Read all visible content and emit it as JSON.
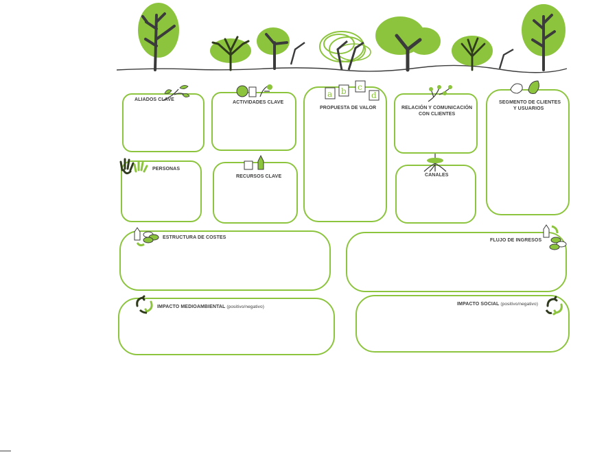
{
  "canvas": {
    "colors": {
      "accent": "#8cc43e",
      "dark": "#3b3b3b",
      "tree_dark": "#2f3b1c"
    },
    "blocks": {
      "aliados": {
        "label": "ALIADOS CLAVE",
        "icon": "sprout-icon"
      },
      "actividades": {
        "label": "ACTIVIDADES CLAVE",
        "icon": "tools-icon"
      },
      "propuesta": {
        "label": "PROPUESTA DE VALOR",
        "icon": "abcd-cards-icon"
      },
      "relacion": {
        "label_line1": "RELACIÓN Y COMUNICACIÓN",
        "label_line2": "CON CLIENTES",
        "icon": "branches-icon"
      },
      "segmento": {
        "label_line1": "SEGMENTO DE CLIENTES",
        "label_line2": "Y USUARIOS",
        "icon": "birds-icon"
      },
      "personas": {
        "label": "PERSONAS",
        "icon": "hands-icon"
      },
      "recursos": {
        "label": "RECURSOS CLAVE",
        "icon": "bottles-icon"
      },
      "canales": {
        "label": "CANALES",
        "icon": "roots-icon"
      },
      "costes": {
        "label": "ESTRUCTURA DE COSTES",
        "icon": "coins-icon"
      },
      "ingresos": {
        "label": "FLUJO DE INGRESOS",
        "icon": "coins-icon"
      },
      "medioambiental": {
        "label": "IMPACTO MEDIOAMBIENTAL",
        "sub": "(positivo/negativo)",
        "icon": "recycle-icon"
      },
      "social": {
        "label": "IMPACTO SOCIAL",
        "sub": "(positivo/negativo)",
        "icon": "recycle-icon"
      }
    }
  }
}
